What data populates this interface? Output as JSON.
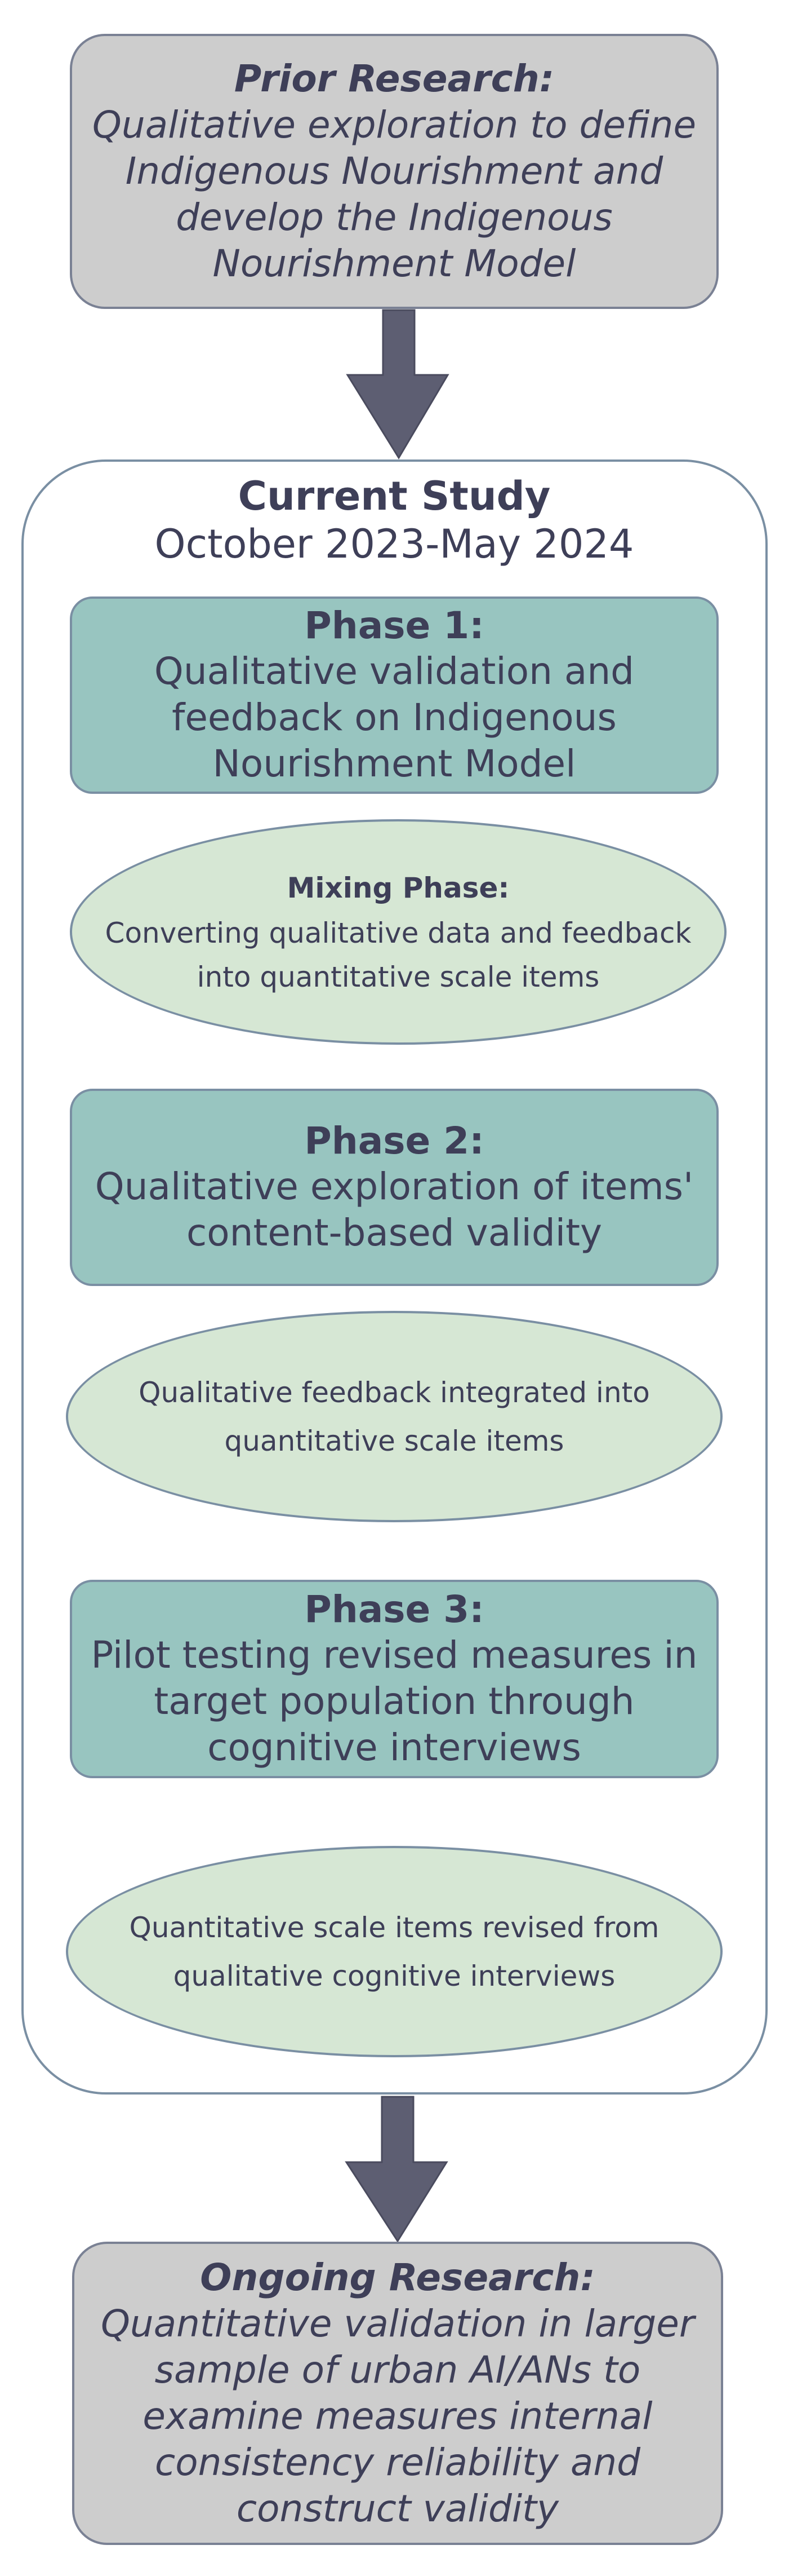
{
  "prior_research": {
    "title": "Prior Research:",
    "lines": [
      "Qualitative exploration to define",
      "Indigenous Nourishment and",
      "develop the Indigenous",
      "Nourishment Model"
    ]
  },
  "current_study": {
    "title": "Current Study",
    "dates": "October 2023-May 2024",
    "phase1": {
      "title": "Phase 1:",
      "lines": [
        "Qualitative validation and",
        "feedback on Indigenous",
        "Nourishment Model"
      ]
    },
    "mixing": {
      "title": "Mixing Phase:",
      "lines": [
        "Converting qualitative data and feedback",
        "into quantitative scale items"
      ]
    },
    "phase2": {
      "title": "Phase 2:",
      "lines": [
        "Qualitative exploration of items'",
        "content-based validity"
      ]
    },
    "feedback": {
      "lines": [
        "Qualitative feedback integrated into",
        "quantitative scale items"
      ]
    },
    "phase3": {
      "title": "Phase 3:",
      "lines": [
        "Pilot testing revised measures in",
        "target population through",
        "cognitive interviews"
      ]
    },
    "revised": {
      "lines": [
        "Quantitative scale items revised from",
        "qualitative cognitive interviews"
      ]
    }
  },
  "ongoing_research": {
    "title": "Ongoing Research:",
    "lines": [
      "Quantitative validation in larger",
      "sample of urban AI/ANs to",
      "examine measures internal",
      "consistency reliability and",
      "construct validity"
    ]
  },
  "colors": {
    "gray_box": "#cdcdcd",
    "phase_box": "#98c5c0",
    "ellipse": "#d6e7d4",
    "border": "#7a8fa3",
    "big_arrow": "#5d5e72",
    "text": "#3e3f58"
  }
}
